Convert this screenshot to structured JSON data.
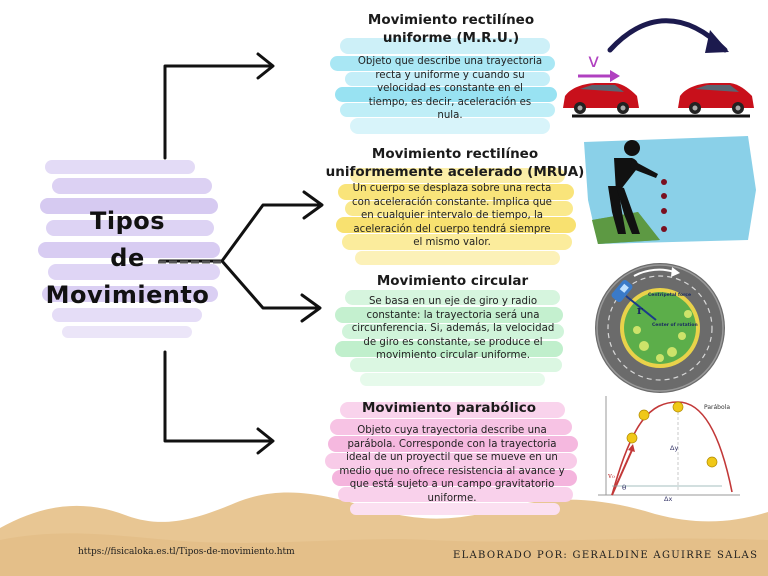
{
  "main": {
    "title_lines": [
      "Tipos",
      "de",
      "Movimiento"
    ]
  },
  "sections": [
    {
      "title_lines": [
        "Movimiento rectilíneo",
        "uniforme (M.R.U.)"
      ],
      "description": "Objeto que describe una trayectoria recta y uniforme y cuando su velocidad es constante en el tiempo, es decir, aceleración es nula.",
      "illustration_label": "v",
      "color": "#8fdff0"
    },
    {
      "title_lines": [
        "Movimiento rectilíneo",
        "uniformemente acelerado (MRUA)"
      ],
      "description": "Un cuerpo se desplaza sobre una recta con aceleración constante. Implica que en cualquier intervalo de tiempo, la aceleración del cuerpo tendrá siempre el mismo valor.",
      "color": "#f9e57f"
    },
    {
      "title_lines": [
        "Movimiento circular"
      ],
      "description": "Se basa en un eje de giro y radio constante: la trayectoria será una circunferencia. Si, además, la velocidad de giro es constante, se produce el movimiento circular uniforme.",
      "illustration_labels": [
        "Centripetal force",
        "r",
        "Center of rotation"
      ],
      "color": "#bff0cc"
    },
    {
      "title_lines": [
        "Movimiento parabólico"
      ],
      "description": "Objeto cuya trayectoria describe una parábola. Corresponde con la trayectoria ideal de un proyectil que se mueve en un medio que no ofrece resistencia al avance y que está sujeto a un campo gravitatorio uniforme.",
      "illustration_labels": [
        "Parábola",
        "Δy",
        "Δx",
        "v₀",
        "θ"
      ],
      "color": "#f7c6e6"
    }
  ],
  "footer": {
    "source_url": "https://fisicaloka.es.tl/Tipos-de-movimiento.htm",
    "credit": "ELABORADO POR: GERALDINE AGUIRRE SALAS"
  },
  "colors": {
    "lavender": "#dcd1f3",
    "sand": "#e7c38f",
    "car_red": "#c8101b",
    "arrow_navy": "#1c1a4e"
  }
}
